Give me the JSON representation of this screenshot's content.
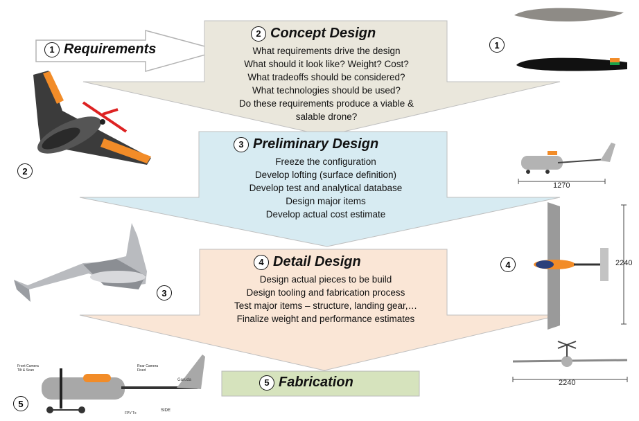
{
  "stages": [
    {
      "number": "1",
      "title": "Requirements",
      "items": []
    },
    {
      "number": "2",
      "title": "Concept Design",
      "items": [
        "What requirements drive the design",
        "What should it look like? Weight? Cost?",
        "What tradeoffs should be considered?",
        "What technologies should be used?",
        "Do these requirements produce a viable & salable drone?"
      ]
    },
    {
      "number": "3",
      "title": "Preliminary Design",
      "items": [
        "Freeze the configuration",
        "Develop lofting (surface definition)",
        "Develop test and analytical database",
        "Design major items",
        "Develop actual cost estimate"
      ]
    },
    {
      "number": "4",
      "title": "Detail Design",
      "items": [
        "Design actual pieces to be build",
        "Design tooling and fabrication process",
        "Test major items – structure,  landing gear,…",
        "Finalize weight and performance estimates"
      ]
    },
    {
      "number": "5",
      "title": "Fabrication",
      "items": []
    }
  ],
  "side_images": {
    "right_1": {
      "number": "1"
    },
    "left_2": {
      "number": "2"
    },
    "right_3": {
      "number": "3"
    },
    "right_4": {
      "number": "4",
      "dim_length": "1270",
      "dim_span": "2240",
      "dim_front": "2240"
    },
    "left_5": {
      "number": "5",
      "label_front": "Front Camera\nTilt & Scan",
      "label_rear": "Rear Camera\nFixed",
      "label_fpv": "FPV Tx",
      "label_side": "SIDE",
      "label_tail": "Garuda"
    }
  },
  "colors": {
    "concept_fill": "#eae7dc",
    "preliminary_fill": "#d7ebf2",
    "detail_fill": "#fae6d6",
    "fabrication_fill": "#d6e3bd",
    "arrow_stroke": "#b0b0b0",
    "drone_dark": "#3b3b3b",
    "drone_orange": "#f28c28",
    "drone_grey": "#a8a8a8"
  }
}
